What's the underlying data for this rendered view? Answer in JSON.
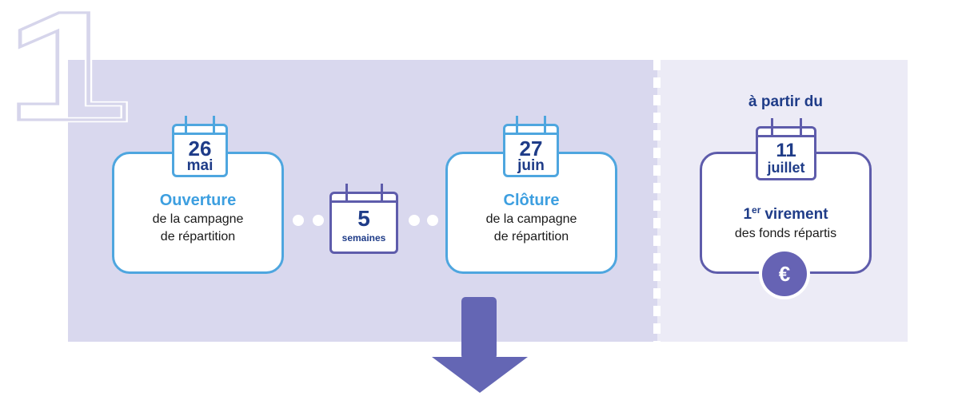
{
  "step_number": "1",
  "phase_campaign": {
    "opening": {
      "day": "26",
      "month": "mai",
      "title": "Ouverture",
      "line1": "de la campagne",
      "line2": "de répartition"
    },
    "duration": {
      "value": "5",
      "unit": "semaines"
    },
    "closing": {
      "day": "27",
      "month": "juin",
      "title": "Clôture",
      "line1": "de la campagne",
      "line2": "de répartition"
    }
  },
  "phase_payment": {
    "intro": "à partir du",
    "day": "11",
    "month": "juillet",
    "title_number": "1",
    "title_sup": "er",
    "title_rest": "virement",
    "line1": "des fonds répartis",
    "currency_symbol": "€"
  },
  "icons": {
    "calendar": "calendar-icon",
    "currency": "euro-icon",
    "flow": "arrow-down-icon"
  },
  "colors": {
    "panel_main": "#d9d8ee",
    "panel_side": "#ecebf6",
    "blue_accent": "#3d9fe0",
    "blue_border": "#4ea6df",
    "purple_border": "#5e5cab",
    "navy_text": "#1f3c88",
    "arrow": "#6466b4",
    "euro_fill": "#6663b4"
  }
}
